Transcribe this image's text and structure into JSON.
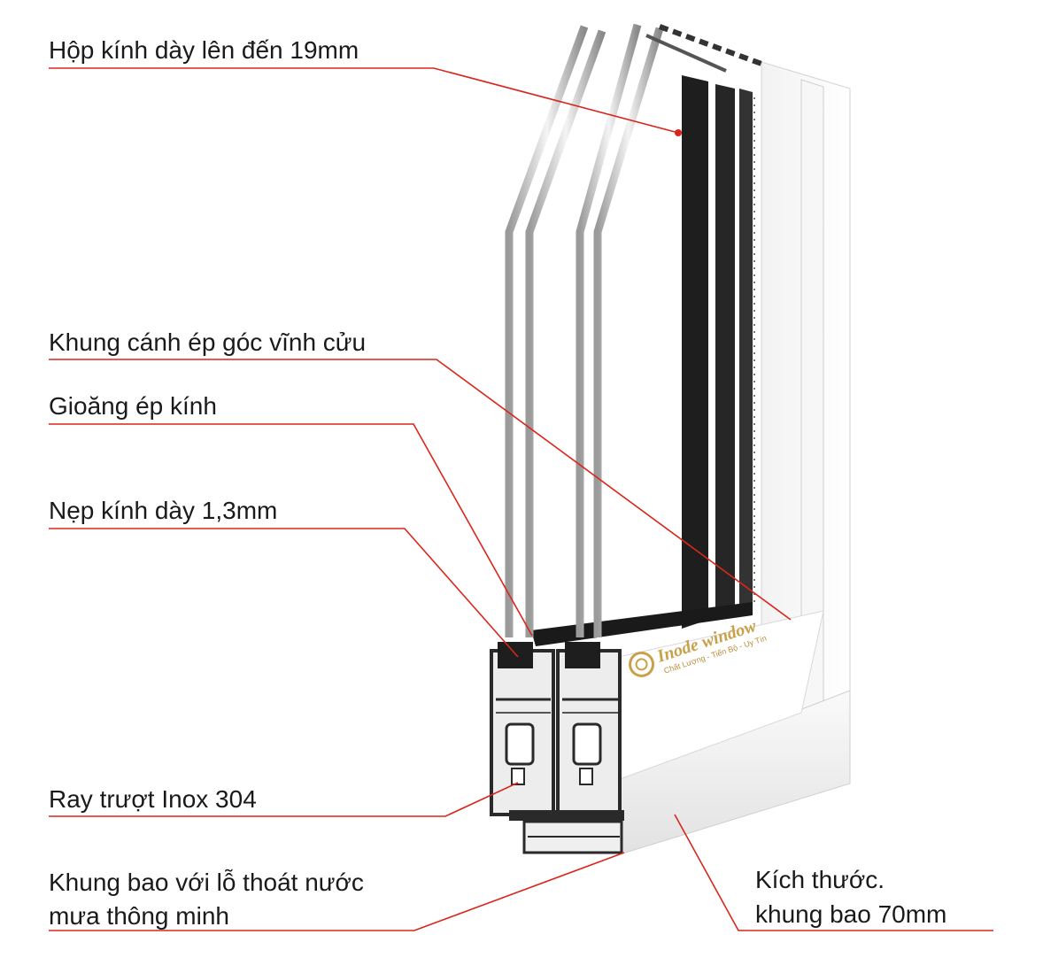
{
  "annotations": [
    {
      "id": "hop-kinh",
      "lines": [
        "Hộp kính dày lên đến 19mm"
      ]
    },
    {
      "id": "khung-canh",
      "lines": [
        "Khung cánh ép góc vĩnh cửu"
      ]
    },
    {
      "id": "gioang",
      "lines": [
        "Gioăng ép kính"
      ]
    },
    {
      "id": "nep-kinh",
      "lines": [
        "Nẹp kính dày 1,3mm"
      ]
    },
    {
      "id": "ray-truot",
      "lines": [
        "Ray trượt Inox 304"
      ]
    },
    {
      "id": "khung-bao",
      "lines": [
        "Khung bao với lỗ thoát nước",
        "mưa thông minh"
      ]
    },
    {
      "id": "kich-thuoc",
      "lines": [
        "Kích thước.",
        "khung bao 70mm"
      ]
    }
  ],
  "logo": {
    "name": "Inode window",
    "tagline": "Chất Lượng - Tiến Bộ - Uy Tín"
  },
  "colors": {
    "leader": "#d9261c",
    "text": "#1a1a1a",
    "logo_gold": "#c8a14a"
  }
}
